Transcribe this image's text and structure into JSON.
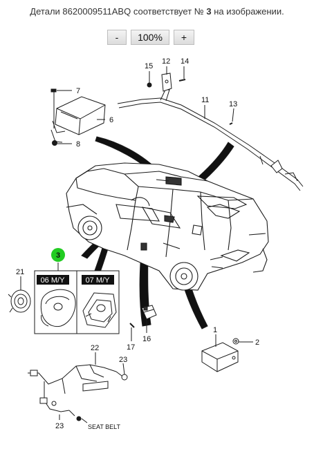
{
  "header": {
    "prefix": "Детали",
    "part_number": "8620009511ABQ",
    "middle": "соответствует №",
    "number": "3",
    "suffix": "на изображении."
  },
  "zoom": {
    "minus": "-",
    "value": "100%",
    "plus": "+"
  },
  "callouts": {
    "c1": "1",
    "c2": "2",
    "c3": "3",
    "c6": "6",
    "c7": "7",
    "c8": "8",
    "c11": "11",
    "c12": "12",
    "c13": "13",
    "c14": "14",
    "c15": "15",
    "c16": "16",
    "c17": "17",
    "c21": "21",
    "c22": "22",
    "c23a": "23",
    "c23b": "23"
  },
  "variants": {
    "left": "06 M/Y",
    "right": "07 M/Y"
  },
  "seat_belt": "SEAT BELT",
  "colors": {
    "highlight": "#22cc22",
    "line": "#1a1a1a"
  }
}
